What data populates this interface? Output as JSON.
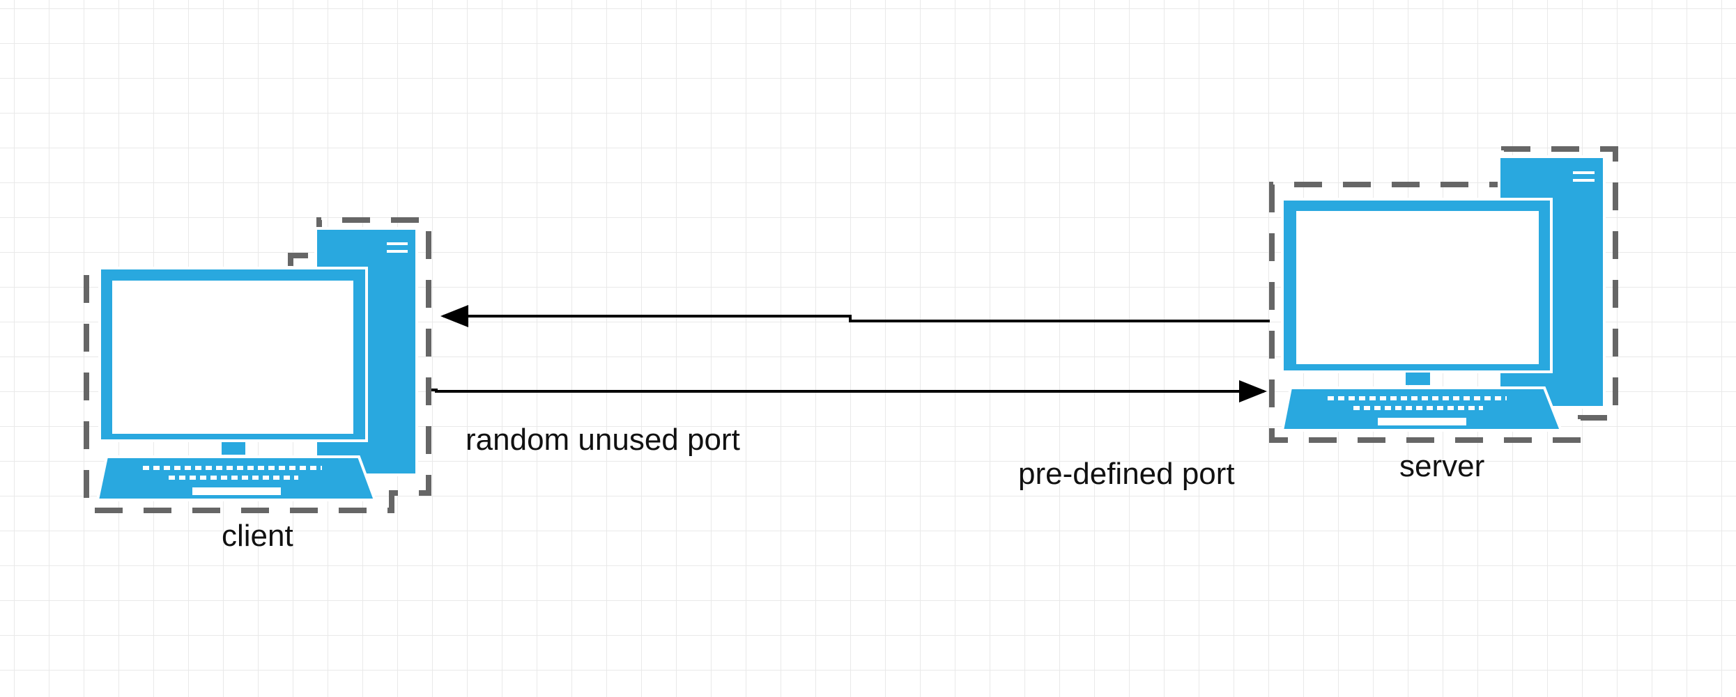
{
  "nodes": {
    "client": {
      "label": "client",
      "icon": "desktop-computer-icon"
    },
    "server": {
      "label": "server",
      "icon": "desktop-computer-icon"
    }
  },
  "edges": {
    "server_to_client": {
      "label": ""
    },
    "client_to_server": {
      "label": ""
    }
  },
  "port_labels": {
    "client_port": "random unused port",
    "server_port": "pre-defined port"
  },
  "colors": {
    "computer": "#29a8df",
    "selection_border": "#666666",
    "arrow": "#000000",
    "grid": "#e9e9e9",
    "background": "#ffffff"
  }
}
